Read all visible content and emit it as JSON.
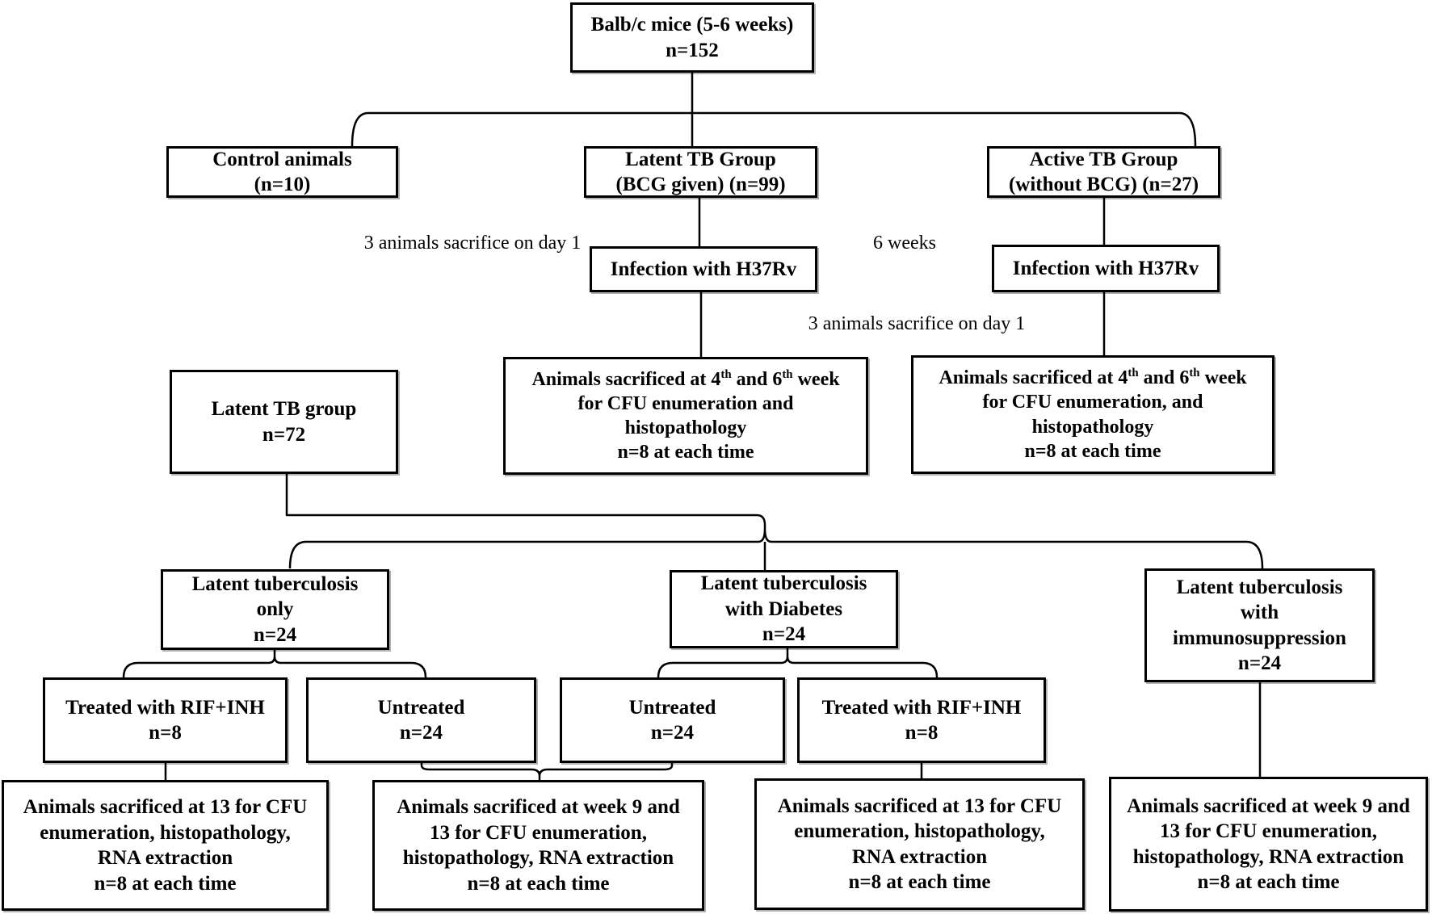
{
  "figure": {
    "kind": "study-design flowchart",
    "colors": {
      "line": "#000000",
      "box_border": "#000000",
      "background": "#ffffff",
      "text": "#000000"
    }
  },
  "nodes": {
    "root": {
      "text": "Balb/c mice (5-6 weeks)\nn=152"
    },
    "control": {
      "text": "Control animals\n(n=10)"
    },
    "latent_group": {
      "text": "Latent TB Group\n(BCG given) (n=99)"
    },
    "active_group": {
      "text": "Active TB Group\n(without BCG) (n=27)"
    },
    "infection_latent": {
      "text": "Infection with H37Rv"
    },
    "infection_active": {
      "text": "Infection with H37Rv"
    },
    "latent72": {
      "text": "Latent TB group\nn=72"
    },
    "sacrifice_latent": {
      "pre": "Animals sacrificed at 4",
      "sup1": "th",
      "mid": " and 6",
      "sup2": "th",
      "post": " week",
      "rest": "\nfor CFU enumeration and\nhistopathology\nn=8 at each time"
    },
    "sacrifice_active": {
      "pre": "Animals sacrificed at 4",
      "sup1": "th",
      "mid": " and 6",
      "sup2": "th",
      "post": " week",
      "rest": "\nfor CFU enumeration, and\nhistopathology\nn=8 at each time"
    },
    "ltb_only": {
      "text": "Latent tuberculosis\nonly\nn=24"
    },
    "ltb_diabetes": {
      "text": "Latent tuberculosis\nwith Diabetes\nn=24"
    },
    "ltb_immuno": {
      "text": "Latent tuberculosis\nwith\nimmunosuppression\nn=24"
    },
    "treated_only": {
      "text": "Treated with RIF+INH\nn=8"
    },
    "untreated_only": {
      "text": "Untreated\nn=24"
    },
    "untreated_diabetes": {
      "text": "Untreated\nn=24"
    },
    "treated_diabetes": {
      "text": "Treated with RIF+INH\nn=8"
    },
    "sac13_only": {
      "text": "Animals sacrificed at 13 for CFU\nenumeration, histopathology,\nRNA extraction\nn=8 at each time"
    },
    "sac913_untreated": {
      "text": "Animals sacrificed at week 9 and\n13 for CFU enumeration,\nhistopathology, RNA extraction\nn=8 at each time"
    },
    "sac13_diabetes": {
      "text": "Animals sacrificed at 13 for CFU\nenumeration, histopathology,\nRNA extraction\nn=8 at each time"
    },
    "sac913_immuno": {
      "text": "Animals sacrificed at week 9 and\n13 for CFU enumeration,\nhistopathology, RNA extraction\nn=8 at each time"
    }
  },
  "annotations": {
    "day1_latent": "3 animals sacrifice on day 1",
    "six_weeks": "6 weeks",
    "day1_active": "3 animals sacrifice on day 1"
  }
}
